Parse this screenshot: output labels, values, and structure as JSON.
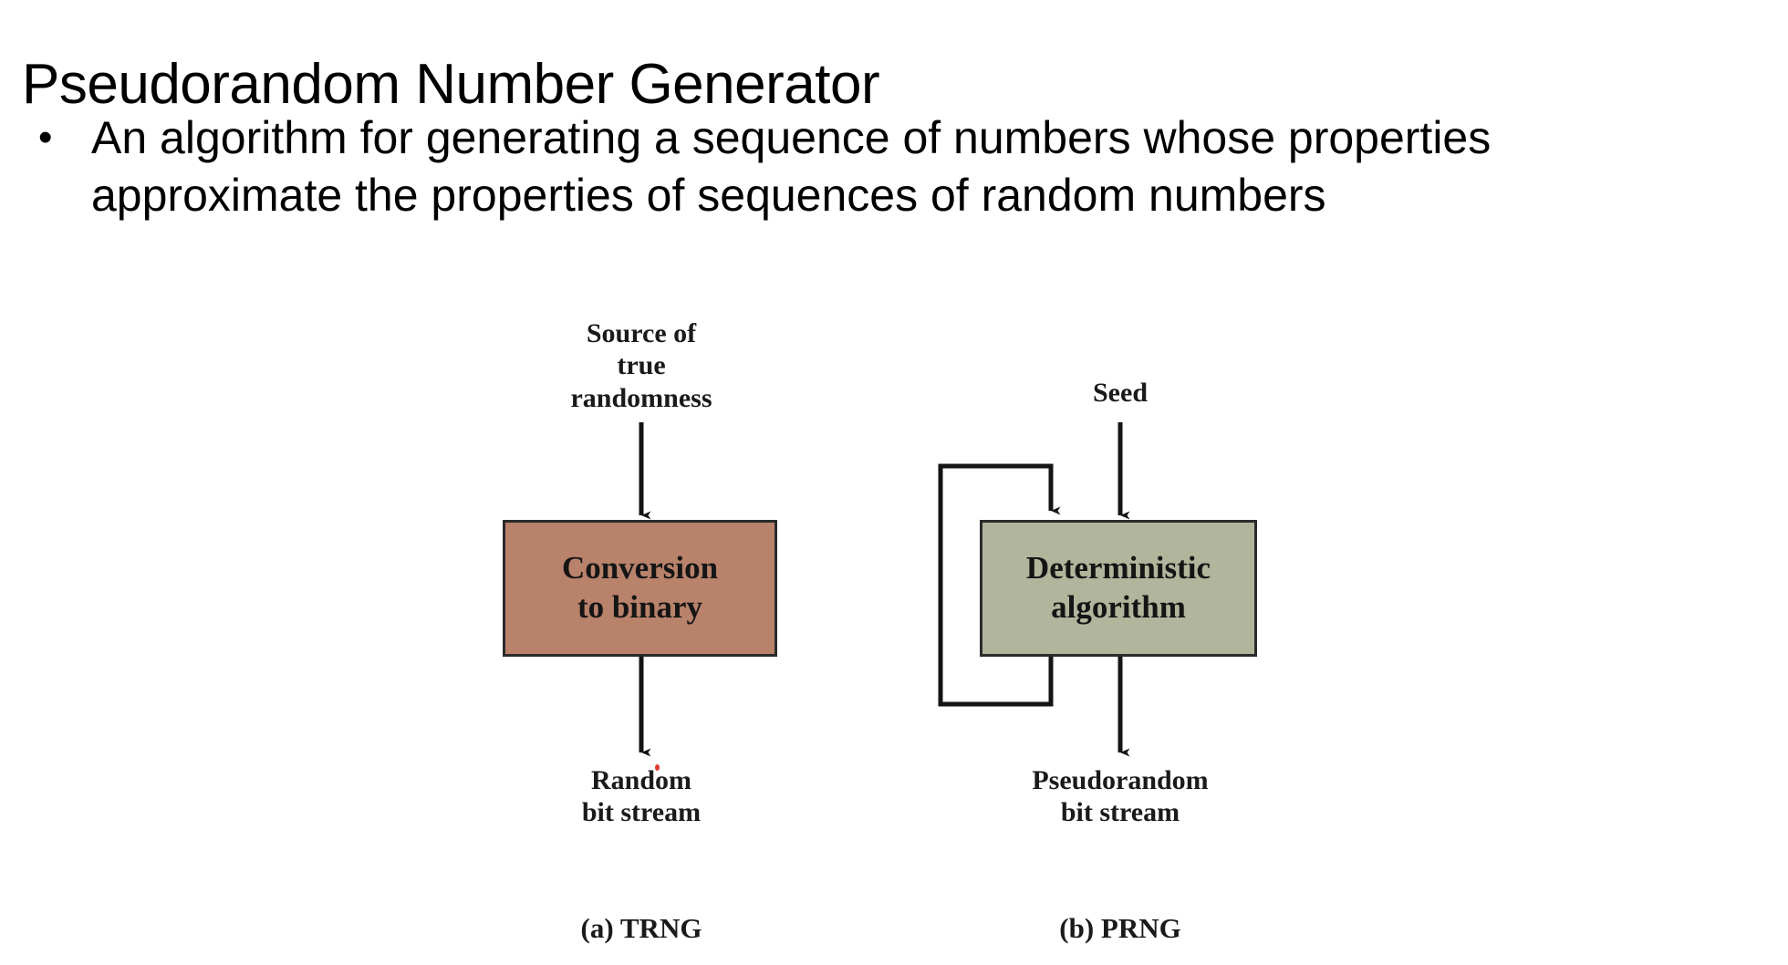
{
  "slide": {
    "title": "Pseudorandom Number Generator",
    "bullets": [
      {
        "marker": "•",
        "text": "An algorithm for generating a sequence of numbers whose properties approximate the properties of sequences of random numbers"
      }
    ]
  },
  "figure": {
    "trng": {
      "input_label": "Source of\ntrue\nrandomness",
      "process_box": "Conversion\nto binary",
      "output_label": "Random\nbit stream",
      "caption": "(a) TRNG",
      "box_fill": "#b8826b",
      "box_border": "#2b2b2b"
    },
    "prng": {
      "input_label": "Seed",
      "process_box": "Deterministic\nalgorithm",
      "output_label": "Pseudorandom\nbit stream",
      "caption": "(b) PRNG",
      "box_fill": "#b0b59c",
      "box_border": "#2b2b2b",
      "feedback_loop": true
    }
  },
  "colors": {
    "background": "#ffffff",
    "text": "#000000",
    "line": "#1a1a1a",
    "salmon": "#b8826b",
    "sage": "#b0b59c",
    "speck": "#e03a2f"
  }
}
